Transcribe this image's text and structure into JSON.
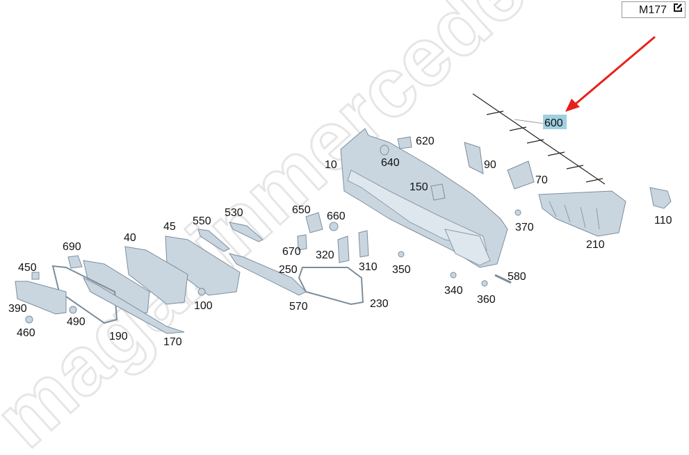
{
  "model": {
    "code": "M177",
    "edit_icon": "edit-icon"
  },
  "watermark": "magazinmercedes.ru",
  "highlighted_part": "600",
  "highlight_color": "#9fd0e0",
  "arrow_color": "#e8201a",
  "labels": [
    "10",
    "640",
    "620",
    "90",
    "70",
    "600",
    "150",
    "110",
    "370",
    "210",
    "650",
    "660",
    "530",
    "550",
    "45",
    "40",
    "690",
    "450",
    "670",
    "320",
    "310",
    "350",
    "250",
    "580",
    "340",
    "360",
    "230",
    "570",
    "100",
    "390",
    "490",
    "460",
    "190",
    "170"
  ]
}
